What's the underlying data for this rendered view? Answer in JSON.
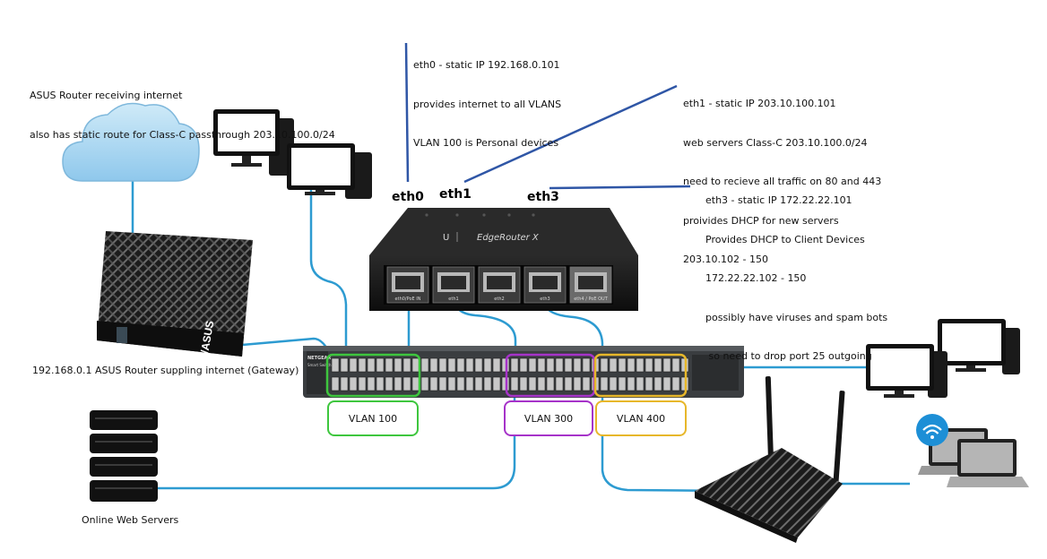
{
  "notes": {
    "asus_router": [
      "ASUS Router receiving internet",
      "also has static route for Class-C passthrough 203.10.100.0/24"
    ],
    "eth0": [
      "eth0 - static IP 192.168.0.101",
      "provides internet to all VLANS",
      "VLAN 100 is Personal devices"
    ],
    "eth1": [
      "eth1 - static IP 203.10.100.101",
      "web servers Class-C 203.10.100.0/24",
      "need to recieve all traffic on 80 and 443",
      "proivides DHCP for new servers",
      "203.10.102 - 150"
    ],
    "eth3": [
      "eth3 - static IP 172.22.22.101",
      "Provides DHCP to Client Devices",
      "172.22.22.102 - 150",
      "possibly have viruses and spam bots",
      " so need to drop port 25 outgoing"
    ],
    "gateway": "192.168.0.1 ASUS Router suppling internet (Gateway)",
    "web_servers": "Online Web Servers"
  },
  "port_labels": {
    "eth0": "eth0",
    "eth1": "eth1",
    "eth3": "eth3"
  },
  "edgerouter": {
    "brand": "EdgeRouter X",
    "ports": [
      "eth0/PoE IN",
      "eth1",
      "eth2",
      "eth3",
      "eth4 / PoE OUT"
    ]
  },
  "switch": {
    "brand": "NETGEAR",
    "model": "Smart Switch"
  },
  "asus_logo": "/ASUS",
  "vlans": [
    {
      "label": "VLAN 100",
      "color": "#3ec63e"
    },
    {
      "label": "VLAN 300",
      "color": "#a633c9"
    },
    {
      "label": "VLAN 400",
      "color": "#e7b72a"
    }
  ],
  "colors": {
    "cable": "#2d9bd1",
    "cloud": "#9ad0ee",
    "device": "#111111"
  }
}
